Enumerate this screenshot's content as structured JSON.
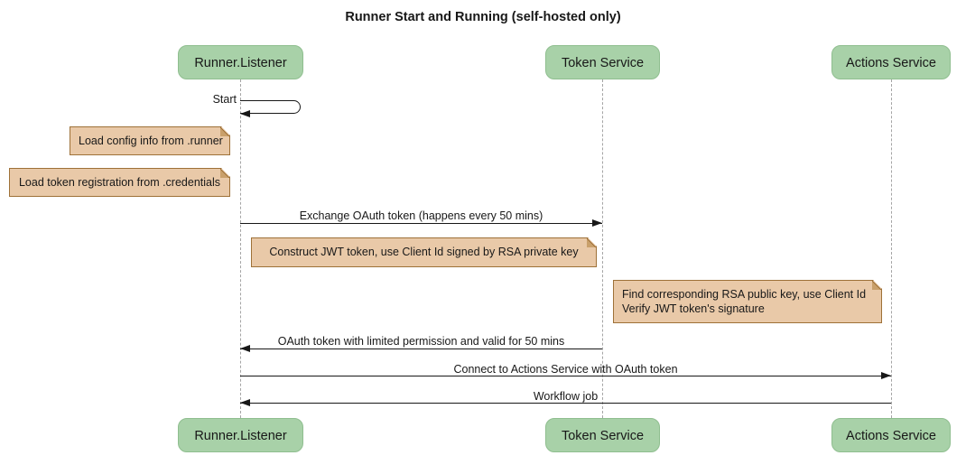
{
  "title": "Runner Start and Running (self-hosted only)",
  "diagram_type": "sequence",
  "colors": {
    "background": "#ffffff",
    "participant_fill": "#a8d1a8",
    "participant_border": "#8fbe8f",
    "note_fill": "#e9c9a8",
    "note_border": "#9e7138",
    "note_fold": "#c9a06b",
    "lifeline": "#a5a5a5",
    "line": "#181818",
    "text": "#181818"
  },
  "participants": [
    {
      "id": "runner-listener",
      "label": "Runner.Listener"
    },
    {
      "id": "token-service",
      "label": "Token Service"
    },
    {
      "id": "actions-service",
      "label": "Actions Service"
    }
  ],
  "messages": [
    {
      "label": "Start",
      "type": "self",
      "from": "runner-listener",
      "to": "runner-listener"
    },
    {
      "label": "Exchange OAuth token (happens every 50 mins)",
      "type": "arrow",
      "from": "runner-listener",
      "to": "token-service"
    },
    {
      "label": "OAuth token with limited permission and valid for 50 mins",
      "type": "arrow",
      "from": "token-service",
      "to": "runner-listener"
    },
    {
      "label": "Connect to Actions Service with OAuth token",
      "type": "arrow",
      "from": "runner-listener",
      "to": "actions-service"
    },
    {
      "label": "Workflow job",
      "type": "arrow",
      "from": "actions-service",
      "to": "runner-listener"
    }
  ],
  "notes": [
    {
      "text": "Load config info from .runner",
      "position": "left of runner-listener"
    },
    {
      "text": "Load token registration from .credentials",
      "position": "left of runner-listener"
    },
    {
      "text": "Construct JWT token, use Client Id signed by RSA private key",
      "position": "left of token-service"
    },
    {
      "text": "Find corresponding RSA public key, use Client Id\nVerify JWT token's signature",
      "lines": [
        "Find corresponding RSA public key, use Client Id",
        "Verify JWT token's signature"
      ],
      "position": "left of actions-service"
    }
  ]
}
